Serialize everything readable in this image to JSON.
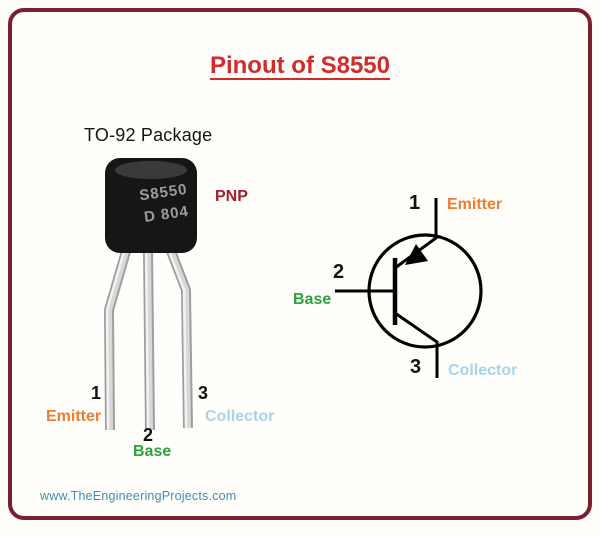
{
  "frame": {
    "border_color": "#7a1f2d"
  },
  "title": {
    "text": "Pinout of S8550",
    "color": "#d22b2b"
  },
  "package": {
    "heading": "TO-92 Package",
    "marking_line1": "S8550",
    "marking_line2": "D 804",
    "polarity": "PNP",
    "polarity_color": "#a31e2d",
    "pins": [
      {
        "number": "1",
        "name": "Emitter",
        "color": "#ed7d31"
      },
      {
        "number": "2",
        "name": "Base",
        "color": "#2aa33c"
      },
      {
        "number": "3",
        "name": "Collector",
        "color": "#a6d4ea"
      }
    ]
  },
  "symbol": {
    "type": "PNP transistor symbol",
    "pins": [
      {
        "number": "1",
        "name": "Emitter",
        "color": "#ed7d31"
      },
      {
        "number": "2",
        "name": "Base",
        "color": "#2aa33c"
      },
      {
        "number": "3",
        "name": "Collector",
        "color": "#a6d4ea"
      }
    ]
  },
  "footer": {
    "website": "www.TheEngineeringProjects.com",
    "color": "#3d8fae"
  }
}
